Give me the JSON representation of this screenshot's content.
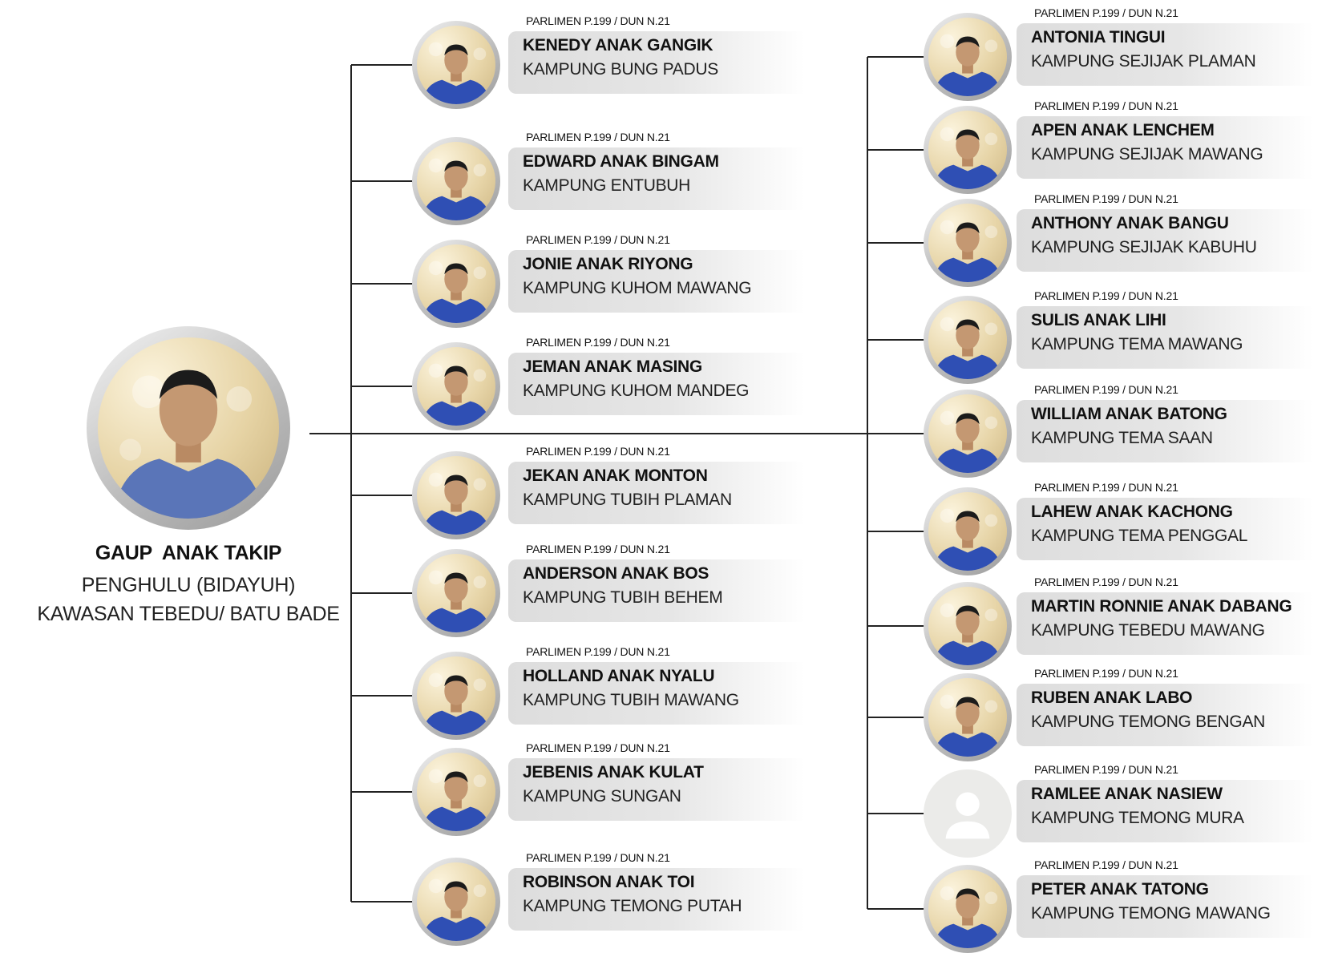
{
  "head": {
    "name": "GAUP  ANAK TAKIP",
    "title": "PENGHULU (BIDAYUH)",
    "area": "KAWASAN TEBEDU/ BATU BADE"
  },
  "left_column": [
    {
      "parliament": "PARLIMEN P.199 / DUN N.21",
      "name": "KENEDY ANAK GANGIK",
      "kampung": "KAMPUNG BUNG PADUS"
    },
    {
      "parliament": "PARLIMEN P.199 / DUN N.21",
      "name": "EDWARD ANAK BINGAM",
      "kampung": "KAMPUNG ENTUBUH"
    },
    {
      "parliament": "PARLIMEN P.199 / DUN N.21",
      "name": "JONIE ANAK RIYONG",
      "kampung": "KAMPUNG KUHOM MAWANG"
    },
    {
      "parliament": "PARLIMEN P.199 / DUN N.21",
      "name": "JEMAN ANAK MASING",
      "kampung": "KAMPUNG KUHOM MANDEG"
    },
    {
      "parliament": "PARLIMEN P.199 / DUN N.21",
      "name": "JEKAN ANAK MONTON",
      "kampung": "KAMPUNG TUBIH PLAMAN"
    },
    {
      "parliament": "PARLIMEN P.199 / DUN N.21",
      "name": "ANDERSON ANAK BOS",
      "kampung": "KAMPUNG TUBIH BEHEM"
    },
    {
      "parliament": "PARLIMEN P.199 / DUN N.21",
      "name": "HOLLAND ANAK NYALU",
      "kampung": "KAMPUNG TUBIH MAWANG"
    },
    {
      "parliament": "PARLIMEN P.199 / DUN N.21",
      "name": "JEBENIS ANAK KULAT",
      "kampung": "KAMPUNG SUNGAN"
    },
    {
      "parliament": "PARLIMEN P.199 / DUN N.21",
      "name": "ROBINSON ANAK TOI",
      "kampung": "KAMPUNG TEMONG PUTAH"
    }
  ],
  "right_column": [
    {
      "parliament": "PARLIMEN P.199 / DUN N.21",
      "name": "ANTONIA TINGUI",
      "kampung": "KAMPUNG SEJIJAK PLAMAN"
    },
    {
      "parliament": "PARLIMEN P.199 / DUN N.21",
      "name": "APEN ANAK LENCHEM",
      "kampung": "KAMPUNG SEJIJAK MAWANG"
    },
    {
      "parliament": "PARLIMEN P.199 / DUN N.21",
      "name": "ANTHONY ANAK BANGU",
      "kampung": "KAMPUNG SEJIJAK KABUHU"
    },
    {
      "parliament": "PARLIMEN P.199 / DUN N.21",
      "name": "SULIS ANAK LIHI",
      "kampung": "KAMPUNG TEMA MAWANG"
    },
    {
      "parliament": "PARLIMEN P.199 / DUN N.21",
      "name": "WILLIAM ANAK BATONG",
      "kampung": "KAMPUNG TEMA SAAN"
    },
    {
      "parliament": "PARLIMEN P.199 / DUN N.21",
      "name": "LAHEW ANAK KACHONG",
      "kampung": "KAMPUNG TEMA PENGGAL"
    },
    {
      "parliament": "PARLIMEN P.199 / DUN N.21",
      "name": "MARTIN RONNIE ANAK DABANG",
      "kampung": "KAMPUNG TEBEDU MAWANG"
    },
    {
      "parliament": "PARLIMEN P.199 / DUN N.21",
      "name": "RUBEN ANAK LABO",
      "kampung": "KAMPUNG TEMONG BENGAN"
    },
    {
      "parliament": "PARLIMEN P.199 / DUN N.21",
      "name": "RAMLEE ANAK NASIEW",
      "kampung": "KAMPUNG TEMONG MURA"
    },
    {
      "parliament": "PARLIMEN P.199 / DUN N.21",
      "name": "PETER ANAK TATONG",
      "kampung": "KAMPUNG TEMONG MAWANG"
    }
  ],
  "colors": {
    "line": "#222222",
    "shirt": "#2f4fb4",
    "plate": "#e2e2e2"
  }
}
